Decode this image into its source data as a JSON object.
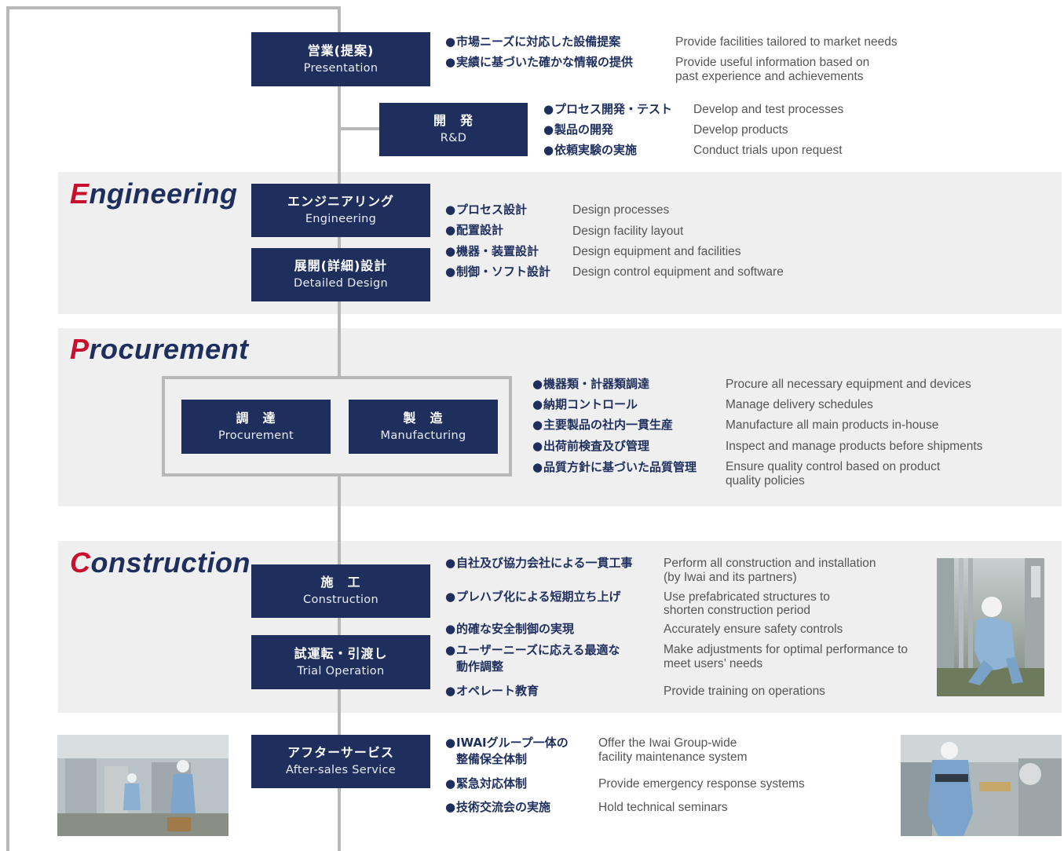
{
  "colors": {
    "navy": "#1e2f5e",
    "accent_red": "#c8102e",
    "band": "#efefef",
    "line": "#b8b8b8"
  },
  "sections": {
    "engineering": {
      "initial": "E",
      "rest": "ngineering"
    },
    "procurement": {
      "initial": "P",
      "rest": "rocurement"
    },
    "construction": {
      "initial": "C",
      "rest": "onstruction"
    }
  },
  "boxes": {
    "sales": {
      "jp": "営業(提案)",
      "en": "Presentation"
    },
    "rnd": {
      "jp": "開　発",
      "en": "R&D"
    },
    "engineering": {
      "jp": "エンジニアリング",
      "en": "Engineering"
    },
    "detailed": {
      "jp": "展開(詳細)設計",
      "en": "Detailed Design"
    },
    "procurement": {
      "jp": "調　達",
      "en": "Procurement"
    },
    "manufacturing": {
      "jp": "製　造",
      "en": "Manufacturing"
    },
    "construction": {
      "jp": "施　工",
      "en": "Construction"
    },
    "trial": {
      "jp": "試運転・引渡し",
      "en": "Trial Operation"
    },
    "aftersales": {
      "jp": "アフターサービス",
      "en": "After-sales Service"
    }
  },
  "items": {
    "sales": [
      {
        "jp": "市場ニーズに対応した設備提案",
        "en": "Provide facilities tailored to market needs"
      },
      {
        "jp": "実績に基づいた確かな情報の提供",
        "en": "Provide useful information based on",
        "en2": "past experience and achievements"
      }
    ],
    "rnd": [
      {
        "jp": "プロセス開発・テスト",
        "en": "Develop and test processes"
      },
      {
        "jp": "製品の開発",
        "en": "Develop products"
      },
      {
        "jp": "依頼実験の実施",
        "en": "Conduct trials upon request"
      }
    ],
    "engineering": [
      {
        "jp": "プロセス設計",
        "en": "Design processes"
      },
      {
        "jp": "配置設計",
        "en": "Design facility layout"
      },
      {
        "jp": "機器・装置設計",
        "en": "Design equipment and facilities"
      },
      {
        "jp": "制御・ソフト設計",
        "en": "Design control equipment and software"
      }
    ],
    "procurement": [
      {
        "jp": "機器類・計器類調達",
        "en": "Procure all necessary equipment and devices"
      },
      {
        "jp": "納期コントロール",
        "en": "Manage delivery schedules"
      },
      {
        "jp": "主要製品の社内一貫生産",
        "en": "Manufacture all main products in-house"
      },
      {
        "jp": "出荷前検査及び管理",
        "en": "Inspect and manage products before shipments"
      },
      {
        "jp": "品質方針に基づいた品質管理",
        "en": "Ensure quality control based on product",
        "en2": "quality policies"
      }
    ],
    "construction": [
      {
        "jp": "自社及び協力会社による一貫工事",
        "en": "Perform all construction and installation",
        "en2": "(by Iwai and its partners)"
      },
      {
        "jp": "プレハブ化による短期立ち上げ",
        "en": "Use prefabricated structures to",
        "en2": "shorten construction period"
      },
      {
        "jp": "的確な安全制御の実現",
        "en": "Accurately ensure safety controls"
      },
      {
        "jp": "ユーザーニーズに応える最適な",
        "jp2": "動作調整",
        "en": "Make adjustments for optimal performance to",
        "en2": "meet users’ needs"
      },
      {
        "jp": "オペレート教育",
        "en": "Provide training on operations"
      }
    ],
    "aftersales": [
      {
        "jp": "IWAIグループ一体の",
        "jp2": "整備保全体制",
        "en": "Offer the Iwai Group-wide",
        "en2": "facility maintenance system"
      },
      {
        "jp": "緊急対応体制",
        "en": "Provide emergency response systems"
      },
      {
        "jp": "技術交流会の実施",
        "en": "Hold technical seminars"
      }
    ]
  },
  "bullet_char": "●"
}
